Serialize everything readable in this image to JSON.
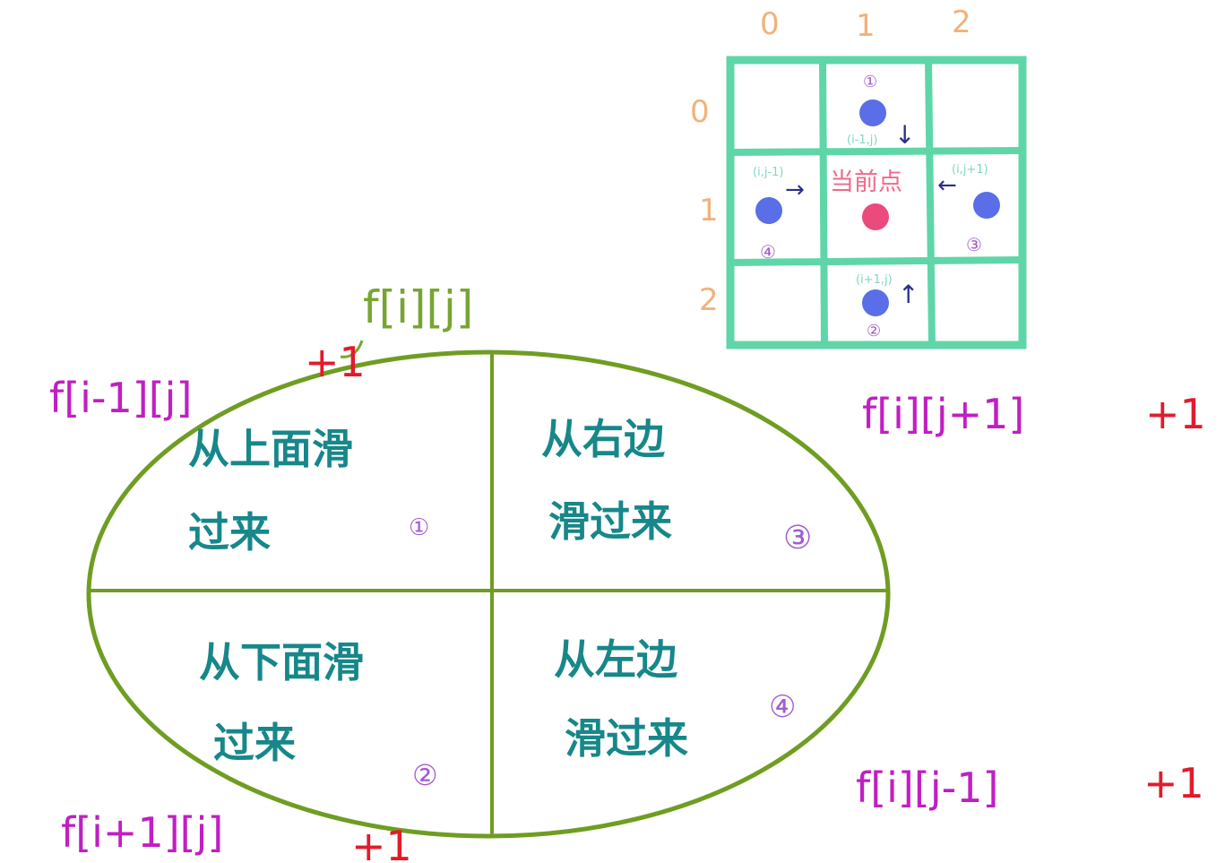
{
  "colors": {
    "grid": "#5fd6a8",
    "ellipse": "#6f9d22",
    "blue_dot": "#5a6ee8",
    "red_dot": "#ea4a7c",
    "teal_text": "#17878a",
    "magenta": "#c11ec3",
    "red": "#e21b2b",
    "orange": "#f2b27a",
    "purple": "#a25bd1"
  },
  "grid": {
    "col_labels": [
      "0",
      "1",
      "2"
    ],
    "row_labels": [
      "0",
      "1",
      "2"
    ],
    "center_label": "当前点",
    "top_coord": "(i-1,j)",
    "left_coord": "(i,j-1)",
    "right_coord": "(i,j+1)",
    "bottom_coord": "(i+1,j)",
    "top_num": "①",
    "bottom_num": "②",
    "right_num": "③",
    "left_num": "④",
    "arrow_top": "↓",
    "arrow_left": "→",
    "arrow_right": "←",
    "arrow_bottom": "↑"
  },
  "center_formula": "f[i][j]",
  "formulas": {
    "top_left": {
      "main": "f[i-1][j]",
      "plus": "+1"
    },
    "top_right": {
      "main": "f[i][j+1]",
      "plus": "+1"
    },
    "bottom_left": {
      "main": "f[i+1][j]",
      "plus": "+1"
    },
    "bottom_right": {
      "main": "f[i][j-1]",
      "plus": "+1"
    }
  },
  "quadrants": {
    "q1": {
      "line1": "从上面滑",
      "line2": "过来",
      "num": "①"
    },
    "q2": {
      "line1": "从下面滑",
      "line2": "过来",
      "num": "②"
    },
    "q3": {
      "line1": "从右边",
      "line2": "滑过来",
      "num": "③"
    },
    "q4": {
      "line1": "从左边",
      "line2": "滑过来",
      "num": "④"
    }
  }
}
